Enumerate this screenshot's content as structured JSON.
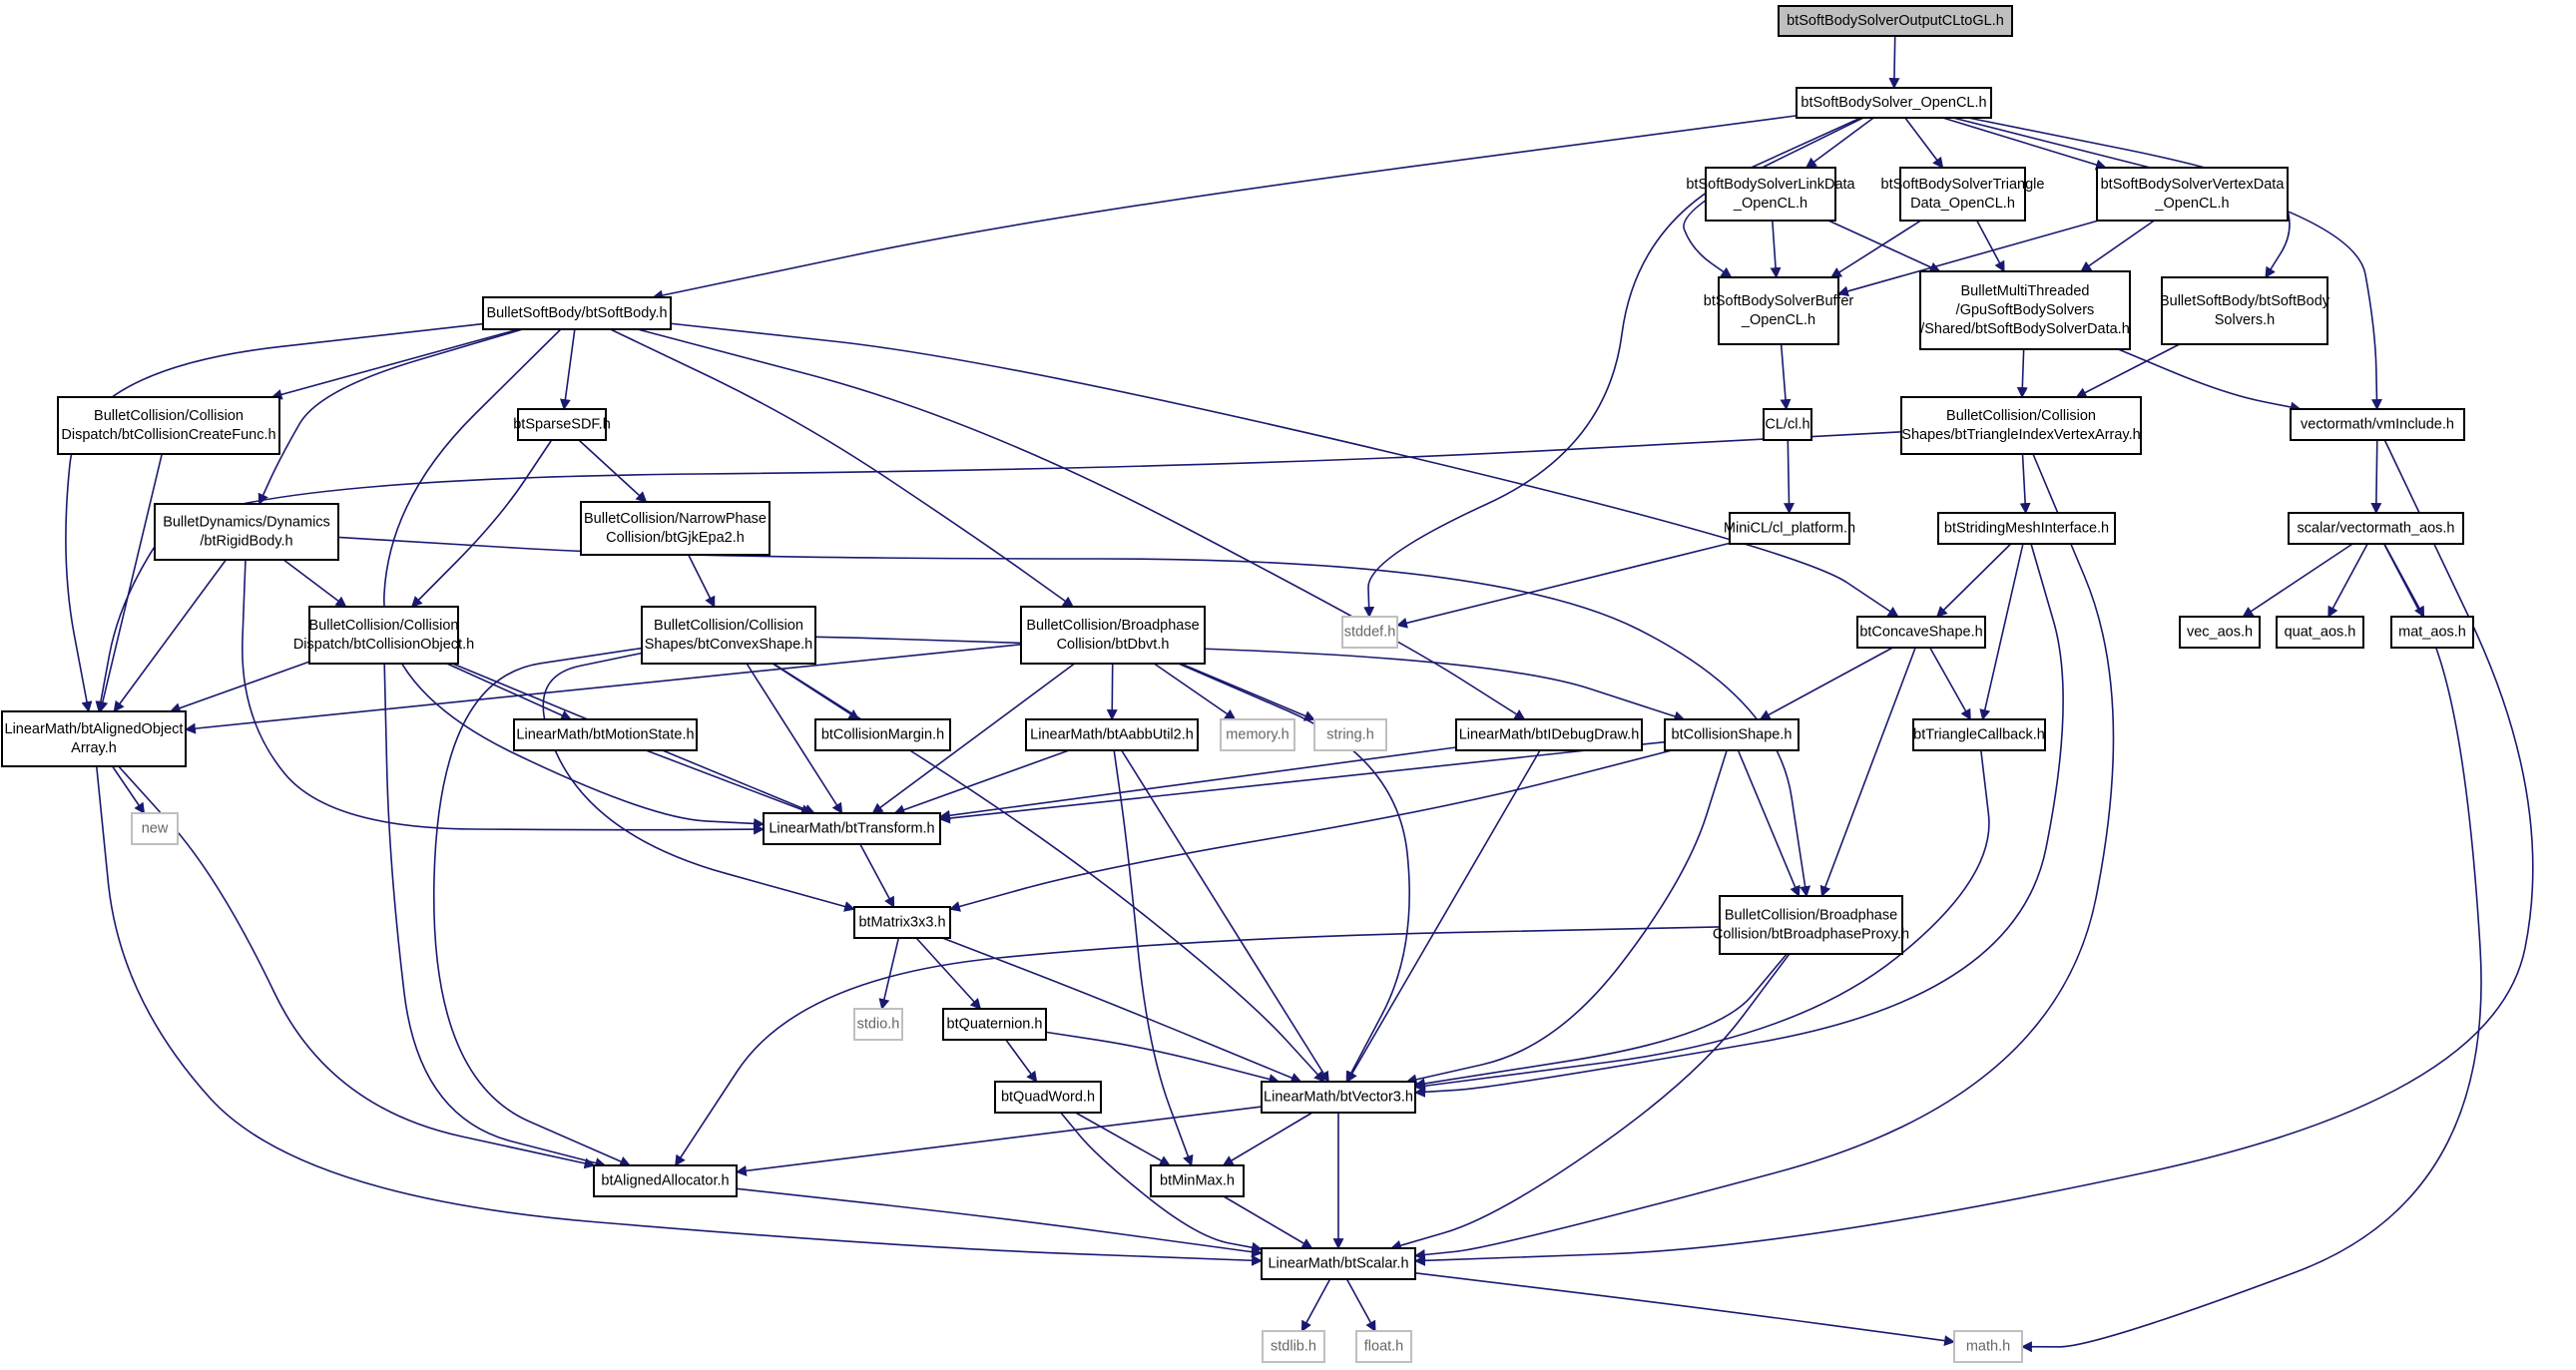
{
  "graph": {
    "nodes": [
      {
        "id": "cltogl",
        "lines": [
          "btSoftBodySolverOutputCLtoGL.h"
        ],
        "kind": "focus"
      },
      {
        "id": "opencl",
        "lines": [
          "btSoftBodySolver_OpenCL.h"
        ],
        "kind": "normal"
      },
      {
        "id": "linkdata",
        "lines": [
          "btSoftBodySolverLinkData",
          "_OpenCL.h"
        ],
        "kind": "normal"
      },
      {
        "id": "tridata",
        "lines": [
          "btSoftBodySolverTriangle",
          "Data_OpenCL.h"
        ],
        "kind": "normal"
      },
      {
        "id": "vertdata",
        "lines": [
          "btSoftBodySolverVertexData",
          "_OpenCL.h"
        ],
        "kind": "normal"
      },
      {
        "id": "softbody",
        "lines": [
          "BulletSoftBody/btSoftBody.h"
        ],
        "kind": "normal"
      },
      {
        "id": "buffer",
        "lines": [
          "btSoftBodySolverBuffer",
          "_OpenCL.h"
        ],
        "kind": "normal"
      },
      {
        "id": "gpudata",
        "lines": [
          "BulletMultiThreaded",
          "/GpuSoftBodySolvers",
          "/Shared/btSoftBodySolverData.h"
        ],
        "kind": "normal"
      },
      {
        "id": "solvers",
        "lines": [
          "BulletSoftBody/btSoftBody",
          "Solvers.h"
        ],
        "kind": "normal"
      },
      {
        "id": "createfunc",
        "lines": [
          "BulletCollision/Collision",
          "Dispatch/btCollisionCreateFunc.h"
        ],
        "kind": "normal"
      },
      {
        "id": "sparsesdf",
        "lines": [
          "btSparseSDF.h"
        ],
        "kind": "normal"
      },
      {
        "id": "clh",
        "lines": [
          "CL/cl.h"
        ],
        "kind": "normal"
      },
      {
        "id": "trivertex",
        "lines": [
          "BulletCollision/Collision",
          "Shapes/btTriangleIndexVertexArray.h"
        ],
        "kind": "normal"
      },
      {
        "id": "vmi",
        "lines": [
          "vectormath/vmInclude.h"
        ],
        "kind": "normal"
      },
      {
        "id": "rigidbody",
        "lines": [
          "BulletDynamics/Dynamics",
          "/btRigidBody.h"
        ],
        "kind": "normal"
      },
      {
        "id": "gjkepa",
        "lines": [
          "BulletCollision/NarrowPhase",
          "Collision/btGjkEpa2.h"
        ],
        "kind": "normal"
      },
      {
        "id": "minicl",
        "lines": [
          "MiniCL/cl_platform.h"
        ],
        "kind": "normal"
      },
      {
        "id": "striding",
        "lines": [
          "btStridingMeshInterface.h"
        ],
        "kind": "normal"
      },
      {
        "id": "vaos",
        "lines": [
          "scalar/vectormath_aos.h"
        ],
        "kind": "normal"
      },
      {
        "id": "collobj",
        "lines": [
          "BulletCollision/Collision",
          "Dispatch/btCollisionObject.h"
        ],
        "kind": "normal"
      },
      {
        "id": "convex",
        "lines": [
          "BulletCollision/Collision",
          "Shapes/btConvexShape.h"
        ],
        "kind": "normal"
      },
      {
        "id": "dbvt",
        "lines": [
          "BulletCollision/Broadphase",
          "Collision/btDbvt.h"
        ],
        "kind": "normal"
      },
      {
        "id": "stddef",
        "lines": [
          "stddef.h"
        ],
        "kind": "ext"
      },
      {
        "id": "concave",
        "lines": [
          "btConcaveShape.h"
        ],
        "kind": "normal"
      },
      {
        "id": "vecaos",
        "lines": [
          "vec_aos.h"
        ],
        "kind": "normal"
      },
      {
        "id": "quataos",
        "lines": [
          "quat_aos.h"
        ],
        "kind": "normal"
      },
      {
        "id": "mataos",
        "lines": [
          "mat_aos.h"
        ],
        "kind": "normal"
      },
      {
        "id": "alobj",
        "lines": [
          "LinearMath/btAlignedObject",
          "Array.h"
        ],
        "kind": "normal"
      },
      {
        "id": "motion",
        "lines": [
          "LinearMath/btMotionState.h"
        ],
        "kind": "normal"
      },
      {
        "id": "margin",
        "lines": [
          "btCollisionMargin.h"
        ],
        "kind": "normal"
      },
      {
        "id": "aabb",
        "lines": [
          "LinearMath/btAabbUtil2.h"
        ],
        "kind": "normal"
      },
      {
        "id": "memory",
        "lines": [
          "memory.h"
        ],
        "kind": "ext"
      },
      {
        "id": "string",
        "lines": [
          "string.h"
        ],
        "kind": "ext"
      },
      {
        "id": "idebug",
        "lines": [
          "LinearMath/btIDebugDraw.h"
        ],
        "kind": "normal"
      },
      {
        "id": "cshape",
        "lines": [
          "btCollisionShape.h"
        ],
        "kind": "normal"
      },
      {
        "id": "tricb",
        "lines": [
          "btTriangleCallback.h"
        ],
        "kind": "normal"
      },
      {
        "id": "new",
        "lines": [
          "new"
        ],
        "kind": "ext"
      },
      {
        "id": "transform",
        "lines": [
          "LinearMath/btTransform.h"
        ],
        "kind": "normal"
      },
      {
        "id": "bproxy",
        "lines": [
          "BulletCollision/Broadphase",
          "Collision/btBroadphaseProxy.h"
        ],
        "kind": "normal"
      },
      {
        "id": "matrix",
        "lines": [
          "btMatrix3x3.h"
        ],
        "kind": "normal"
      },
      {
        "id": "stdio",
        "lines": [
          "stdio.h"
        ],
        "kind": "ext"
      },
      {
        "id": "quat",
        "lines": [
          "btQuaternion.h"
        ],
        "kind": "normal"
      },
      {
        "id": "qword",
        "lines": [
          "btQuadWord.h"
        ],
        "kind": "normal"
      },
      {
        "id": "vec3",
        "lines": [
          "LinearMath/btVector3.h"
        ],
        "kind": "normal"
      },
      {
        "id": "alalloc",
        "lines": [
          "btAlignedAllocator.h"
        ],
        "kind": "normal"
      },
      {
        "id": "minmax",
        "lines": [
          "btMinMax.h"
        ],
        "kind": "normal"
      },
      {
        "id": "scalar",
        "lines": [
          "LinearMath/btScalar.h"
        ],
        "kind": "normal"
      },
      {
        "id": "stdlib",
        "lines": [
          "stdlib.h"
        ],
        "kind": "ext"
      },
      {
        "id": "float",
        "lines": [
          "float.h"
        ],
        "kind": "ext"
      },
      {
        "id": "math",
        "lines": [
          "math.h"
        ],
        "kind": "ext"
      }
    ],
    "edges": [
      [
        "cltogl",
        "opencl"
      ],
      [
        "opencl",
        "softbody"
      ],
      [
        "opencl",
        "linkdata"
      ],
      [
        "opencl",
        "tridata"
      ],
      [
        "opencl",
        "vertdata"
      ],
      [
        "opencl",
        "buffer"
      ],
      [
        "opencl",
        "solvers"
      ],
      [
        "opencl",
        "vmi"
      ],
      [
        "opencl",
        "stddef"
      ],
      [
        "linkdata",
        "buffer"
      ],
      [
        "linkdata",
        "gpudata"
      ],
      [
        "tridata",
        "buffer"
      ],
      [
        "tridata",
        "gpudata"
      ],
      [
        "vertdata",
        "buffer"
      ],
      [
        "vertdata",
        "gpudata"
      ],
      [
        "buffer",
        "clh"
      ],
      [
        "clh",
        "minicl"
      ],
      [
        "minicl",
        "stddef"
      ],
      [
        "gpudata",
        "trivertex"
      ],
      [
        "gpudata",
        "vmi"
      ],
      [
        "solvers",
        "trivertex"
      ],
      [
        "softbody",
        "createfunc"
      ],
      [
        "softbody",
        "sparsesdf"
      ],
      [
        "softbody",
        "rigidbody"
      ],
      [
        "softbody",
        "alobj"
      ],
      [
        "softbody",
        "transform"
      ],
      [
        "softbody",
        "dbvt"
      ],
      [
        "softbody",
        "idebug"
      ],
      [
        "softbody",
        "concave"
      ],
      [
        "createfunc",
        "alobj"
      ],
      [
        "sparsesdf",
        "gjkepa"
      ],
      [
        "sparsesdf",
        "collobj"
      ],
      [
        "gjkepa",
        "convex"
      ],
      [
        "rigidbody",
        "collobj"
      ],
      [
        "rigidbody",
        "alobj"
      ],
      [
        "rigidbody",
        "transform"
      ],
      [
        "rigidbody",
        "bproxy"
      ],
      [
        "collobj",
        "alobj"
      ],
      [
        "collobj",
        "motion"
      ],
      [
        "collobj",
        "transform"
      ],
      [
        "collobj",
        "alalloc"
      ],
      [
        "convex",
        "margin"
      ],
      [
        "convex",
        "cshape"
      ],
      [
        "convex",
        "transform"
      ],
      [
        "convex",
        "matrix"
      ],
      [
        "convex",
        "vec3"
      ],
      [
        "convex",
        "alalloc"
      ],
      [
        "dbvt",
        "alobj"
      ],
      [
        "dbvt",
        "transform"
      ],
      [
        "dbvt",
        "aabb"
      ],
      [
        "dbvt",
        "memory"
      ],
      [
        "dbvt",
        "string"
      ],
      [
        "dbvt",
        "vec3"
      ],
      [
        "trivertex",
        "alobj"
      ],
      [
        "trivertex",
        "striding"
      ],
      [
        "trivertex",
        "scalar"
      ],
      [
        "striding",
        "concave"
      ],
      [
        "striding",
        "tricb"
      ],
      [
        "striding",
        "vec3"
      ],
      [
        "concave",
        "cshape"
      ],
      [
        "concave",
        "tricb"
      ],
      [
        "concave",
        "bproxy"
      ],
      [
        "vmi",
        "vaos"
      ],
      [
        "vmi",
        "scalar"
      ],
      [
        "vaos",
        "vecaos"
      ],
      [
        "vaos",
        "quataos"
      ],
      [
        "vaos",
        "mataos"
      ],
      [
        "vaos",
        "math"
      ],
      [
        "alobj",
        "new"
      ],
      [
        "alobj",
        "alalloc"
      ],
      [
        "alobj",
        "scalar"
      ],
      [
        "motion",
        "transform"
      ],
      [
        "aabb",
        "transform"
      ],
      [
        "aabb",
        "vec3"
      ],
      [
        "aabb",
        "minmax"
      ],
      [
        "idebug",
        "transform"
      ],
      [
        "idebug",
        "vec3"
      ],
      [
        "cshape",
        "transform"
      ],
      [
        "cshape",
        "matrix"
      ],
      [
        "cshape",
        "bproxy"
      ],
      [
        "cshape",
        "vec3"
      ],
      [
        "tricb",
        "vec3"
      ],
      [
        "transform",
        "matrix"
      ],
      [
        "bproxy",
        "alalloc"
      ],
      [
        "bproxy",
        "vec3"
      ],
      [
        "bproxy",
        "scalar"
      ],
      [
        "matrix",
        "stdio"
      ],
      [
        "matrix",
        "quat"
      ],
      [
        "matrix",
        "vec3"
      ],
      [
        "quat",
        "qword"
      ],
      [
        "quat",
        "vec3"
      ],
      [
        "qword",
        "minmax"
      ],
      [
        "qword",
        "scalar"
      ],
      [
        "vec3",
        "alalloc"
      ],
      [
        "vec3",
        "minmax"
      ],
      [
        "vec3",
        "scalar"
      ],
      [
        "alalloc",
        "scalar"
      ],
      [
        "minmax",
        "scalar"
      ],
      [
        "scalar",
        "stdlib"
      ],
      [
        "scalar",
        "float"
      ],
      [
        "scalar",
        "math"
      ]
    ]
  }
}
